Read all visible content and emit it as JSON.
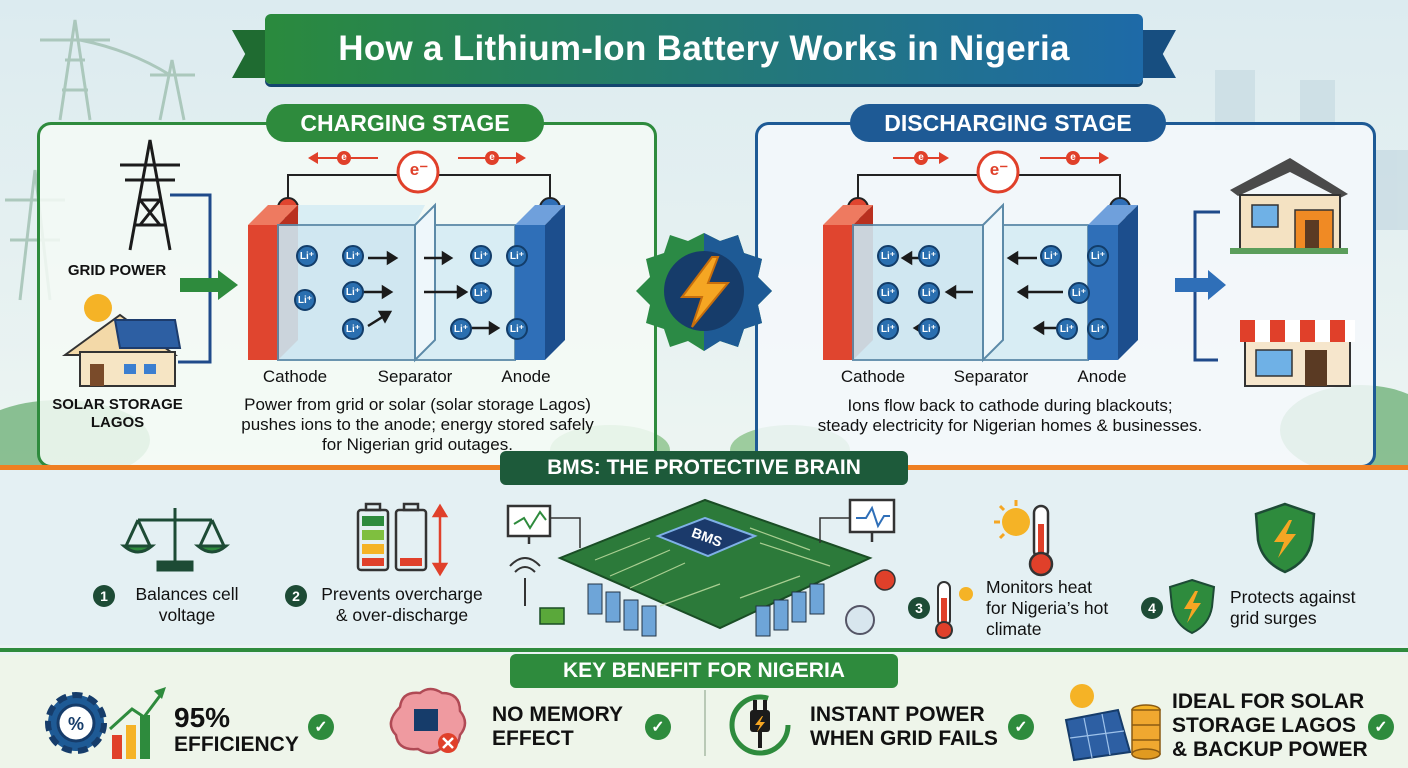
{
  "title": "How a Lithium-Ion Battery Works in Nigeria",
  "charging": {
    "label": "CHARGING STAGE",
    "grid_label": "GRID POWER",
    "solar_label_1": "SOLAR STORAGE",
    "solar_label_2": "LAGOS",
    "cathode": "Cathode",
    "separator": "Separator",
    "anode": "Anode",
    "description_1": "Power from grid or solar (solar storage Lagos)",
    "description_2": "pushes ions to the anode; energy stored safely",
    "description_3": "for Nigerian grid outages."
  },
  "discharging": {
    "label": "DISCHARGING STAGE",
    "cathode": "Cathode",
    "separator": "Separator",
    "anode": "Anode",
    "description_1": "Ions flow back to cathode during blackouts;",
    "description_2": "steady electricity for Nigerian homes & businesses."
  },
  "electron": "e⁻",
  "electron_small": "e",
  "ion": "Li⁺",
  "bms": {
    "title": "BMS: THE PROTECTIVE BRAIN",
    "chip": "BMS",
    "features": [
      {
        "num": "1",
        "line1": "Balances cell",
        "line2": "voltage",
        "line3": ""
      },
      {
        "num": "2",
        "line1": "Prevents overcharge",
        "line2": "& over-discharge",
        "line3": ""
      },
      {
        "num": "3",
        "line1": "Monitors heat",
        "line2": "for Nigeria’s hot",
        "line3": "climate"
      },
      {
        "num": "4",
        "line1": "Protects against",
        "line2": "grid surges",
        "line3": ""
      }
    ]
  },
  "benefits": {
    "title": "KEY BENEFIT FOR NIGERIA",
    "items": [
      {
        "line1": "95%",
        "line2": "EFFICIENCY",
        "line3": ""
      },
      {
        "line1": "NO MEMORY",
        "line2": "EFFECT",
        "line3": ""
      },
      {
        "line1": "INSTANT POWER",
        "line2": "WHEN GRID FAILS",
        "line3": ""
      },
      {
        "line1": "IDEAL FOR SOLAR",
        "line2": "STORAGE LAGOS",
        "line3": "& BACKUP POWER"
      }
    ],
    "check": "✓"
  },
  "icons": [
    "power-tower-icon",
    "solar-house-icon",
    "lightning-icon",
    "house-icon",
    "shop-icon",
    "scale-icon",
    "battery-level-icon",
    "thermometer-icon",
    "shield-icon",
    "gear-percent-icon",
    "brain-icon",
    "plug-icon",
    "solar-battery-icon"
  ],
  "colors": {
    "green": "#2e8b3d",
    "blue": "#1e5a95",
    "orange": "#ef7f22",
    "cathode": "#e0452f",
    "anode": "#2f6fb8",
    "ion": "#2a6fb0",
    "arrow_red": "#e0402a"
  }
}
